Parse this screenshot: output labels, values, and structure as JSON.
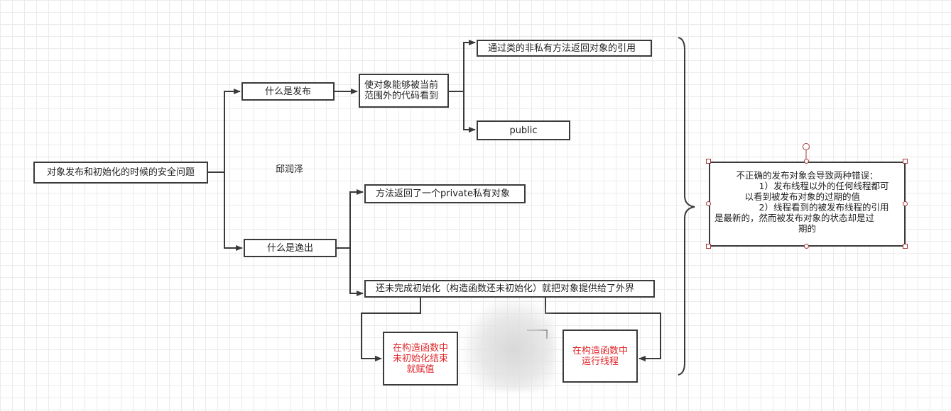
{
  "diagram": {
    "root": "对象发布和初始化的时候的安全问题",
    "author": "邱润泽",
    "publish": {
      "label": "什么是发布",
      "definition": [
        "使对象能够被当前",
        "范围外的代码看到"
      ],
      "ways": [
        "通过类的非私有方法返回对象的引用",
        "public"
      ]
    },
    "escape": {
      "label": "什么是逸出",
      "cases": [
        "方法返回了一个private私有对象",
        "还未完成初始化（构造函数还未初始化）就把对象提供给了外界"
      ],
      "examples": [
        [
          "在构造函数中",
          "未初始化结束",
          "就赋值"
        ],
        [
          "在构造函数中",
          "运行线程"
        ]
      ]
    },
    "note": {
      "lines": [
        "不正确的发布对象会导致两种错误：",
        "1）发布线程以外的任何线程都可",
        "以看到被发布对象的过期的值",
        "2）线程看到的被发布线程的引用",
        "是最新的，然而被发布对象的状态却是过",
        "期的"
      ]
    }
  }
}
